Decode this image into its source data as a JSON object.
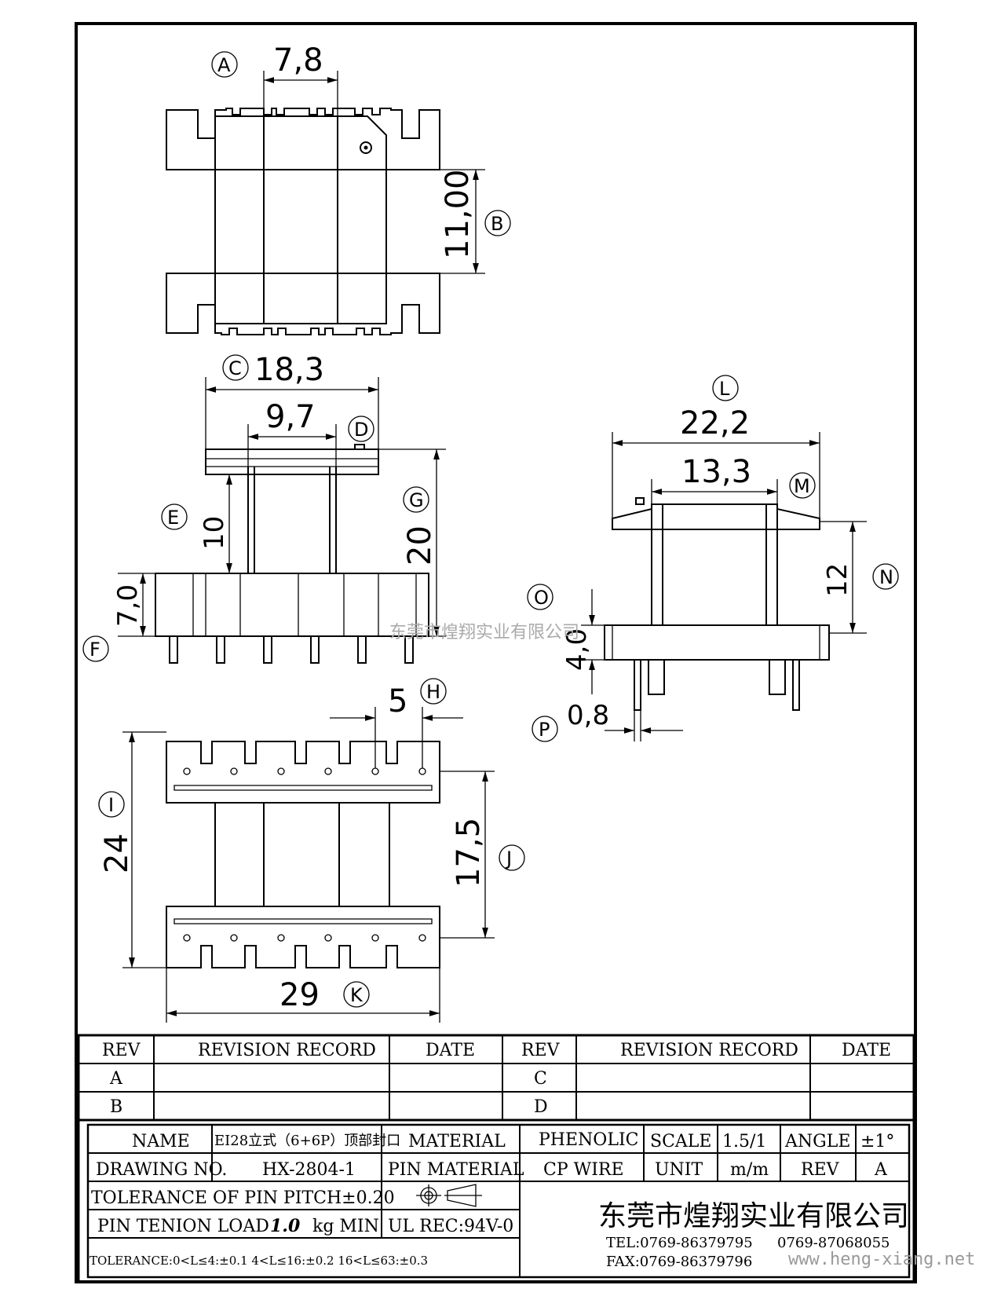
{
  "views": {
    "top": {
      "label_a": "A",
      "dim_a": "7,8",
      "label_b": "B",
      "dim_b": "11,00"
    },
    "front": {
      "label_c": "C",
      "dim_c": "18,3",
      "dim_d": "9,7",
      "label_d": "D",
      "label_e": "E",
      "dim_e": "10",
      "label_g": "G",
      "dim_g": "20",
      "label_f": "F",
      "dim_f": "7,0"
    },
    "side": {
      "label_l": "L",
      "dim_l": "22,2",
      "dim_m": "13,3",
      "label_m": "M",
      "dim_n": "12",
      "label_n": "N",
      "label_o": "O",
      "dim_o": "4,0",
      "label_p": "P",
      "dim_p": "0,8"
    },
    "bottom": {
      "dim_h": "5",
      "label_h": "H",
      "dim_i": "24",
      "label_i": "I",
      "dim_j": "17,5",
      "label_j": "J",
      "dim_k": "29",
      "label_k": "K"
    }
  },
  "watermark": "东莞市煌翔实业有限公司",
  "revision_table": {
    "headers": [
      "REV",
      "REVISION RECORD",
      "DATE",
      "REV",
      "REVISION RECORD",
      "DATE"
    ],
    "rows": [
      [
        "A",
        "",
        "",
        "C",
        "",
        ""
      ],
      [
        "B",
        "",
        "",
        "D",
        "",
        ""
      ]
    ]
  },
  "title_block": {
    "name_label": "NAME",
    "name_value": "EI28立式（6+6P）顶部封口",
    "material_label": "MATERIAL",
    "material_value": "PHENOLIC",
    "scale_label": "SCALE",
    "scale_value": "1.5/1",
    "angle_label": "ANGLE",
    "angle_value": "±1°",
    "drawing_no_label": "DRAWING NO.",
    "drawing_no_value": "HX-2804-1",
    "pin_material_label": "PIN MATERIAL",
    "pin_material_value": "CP WIRE",
    "unit_label": "UNIT",
    "unit_value": "m/m",
    "rev_label": "REV",
    "rev_value": "A",
    "tolerance_pitch": "TOLERANCE OF PIN PITCH±0.20",
    "pin_tension_prefix": "PIN TENION LOAD",
    "pin_tension_value": "1.0",
    "pin_tension_suffix": "kg MIN",
    "ul_rec": "UL REC:94V-0",
    "tolerance": "TOLERANCE:0<L≤4:±0.1  4<L≤16:±0.2  16<L≤63:±0.3",
    "company": "东莞市煌翔实业有限公司",
    "tel": "TEL:0769-86379795",
    "tel2": "0769-87068055",
    "fax": "FAX:0769-86379796"
  },
  "site": "www.heng-xiang.net"
}
